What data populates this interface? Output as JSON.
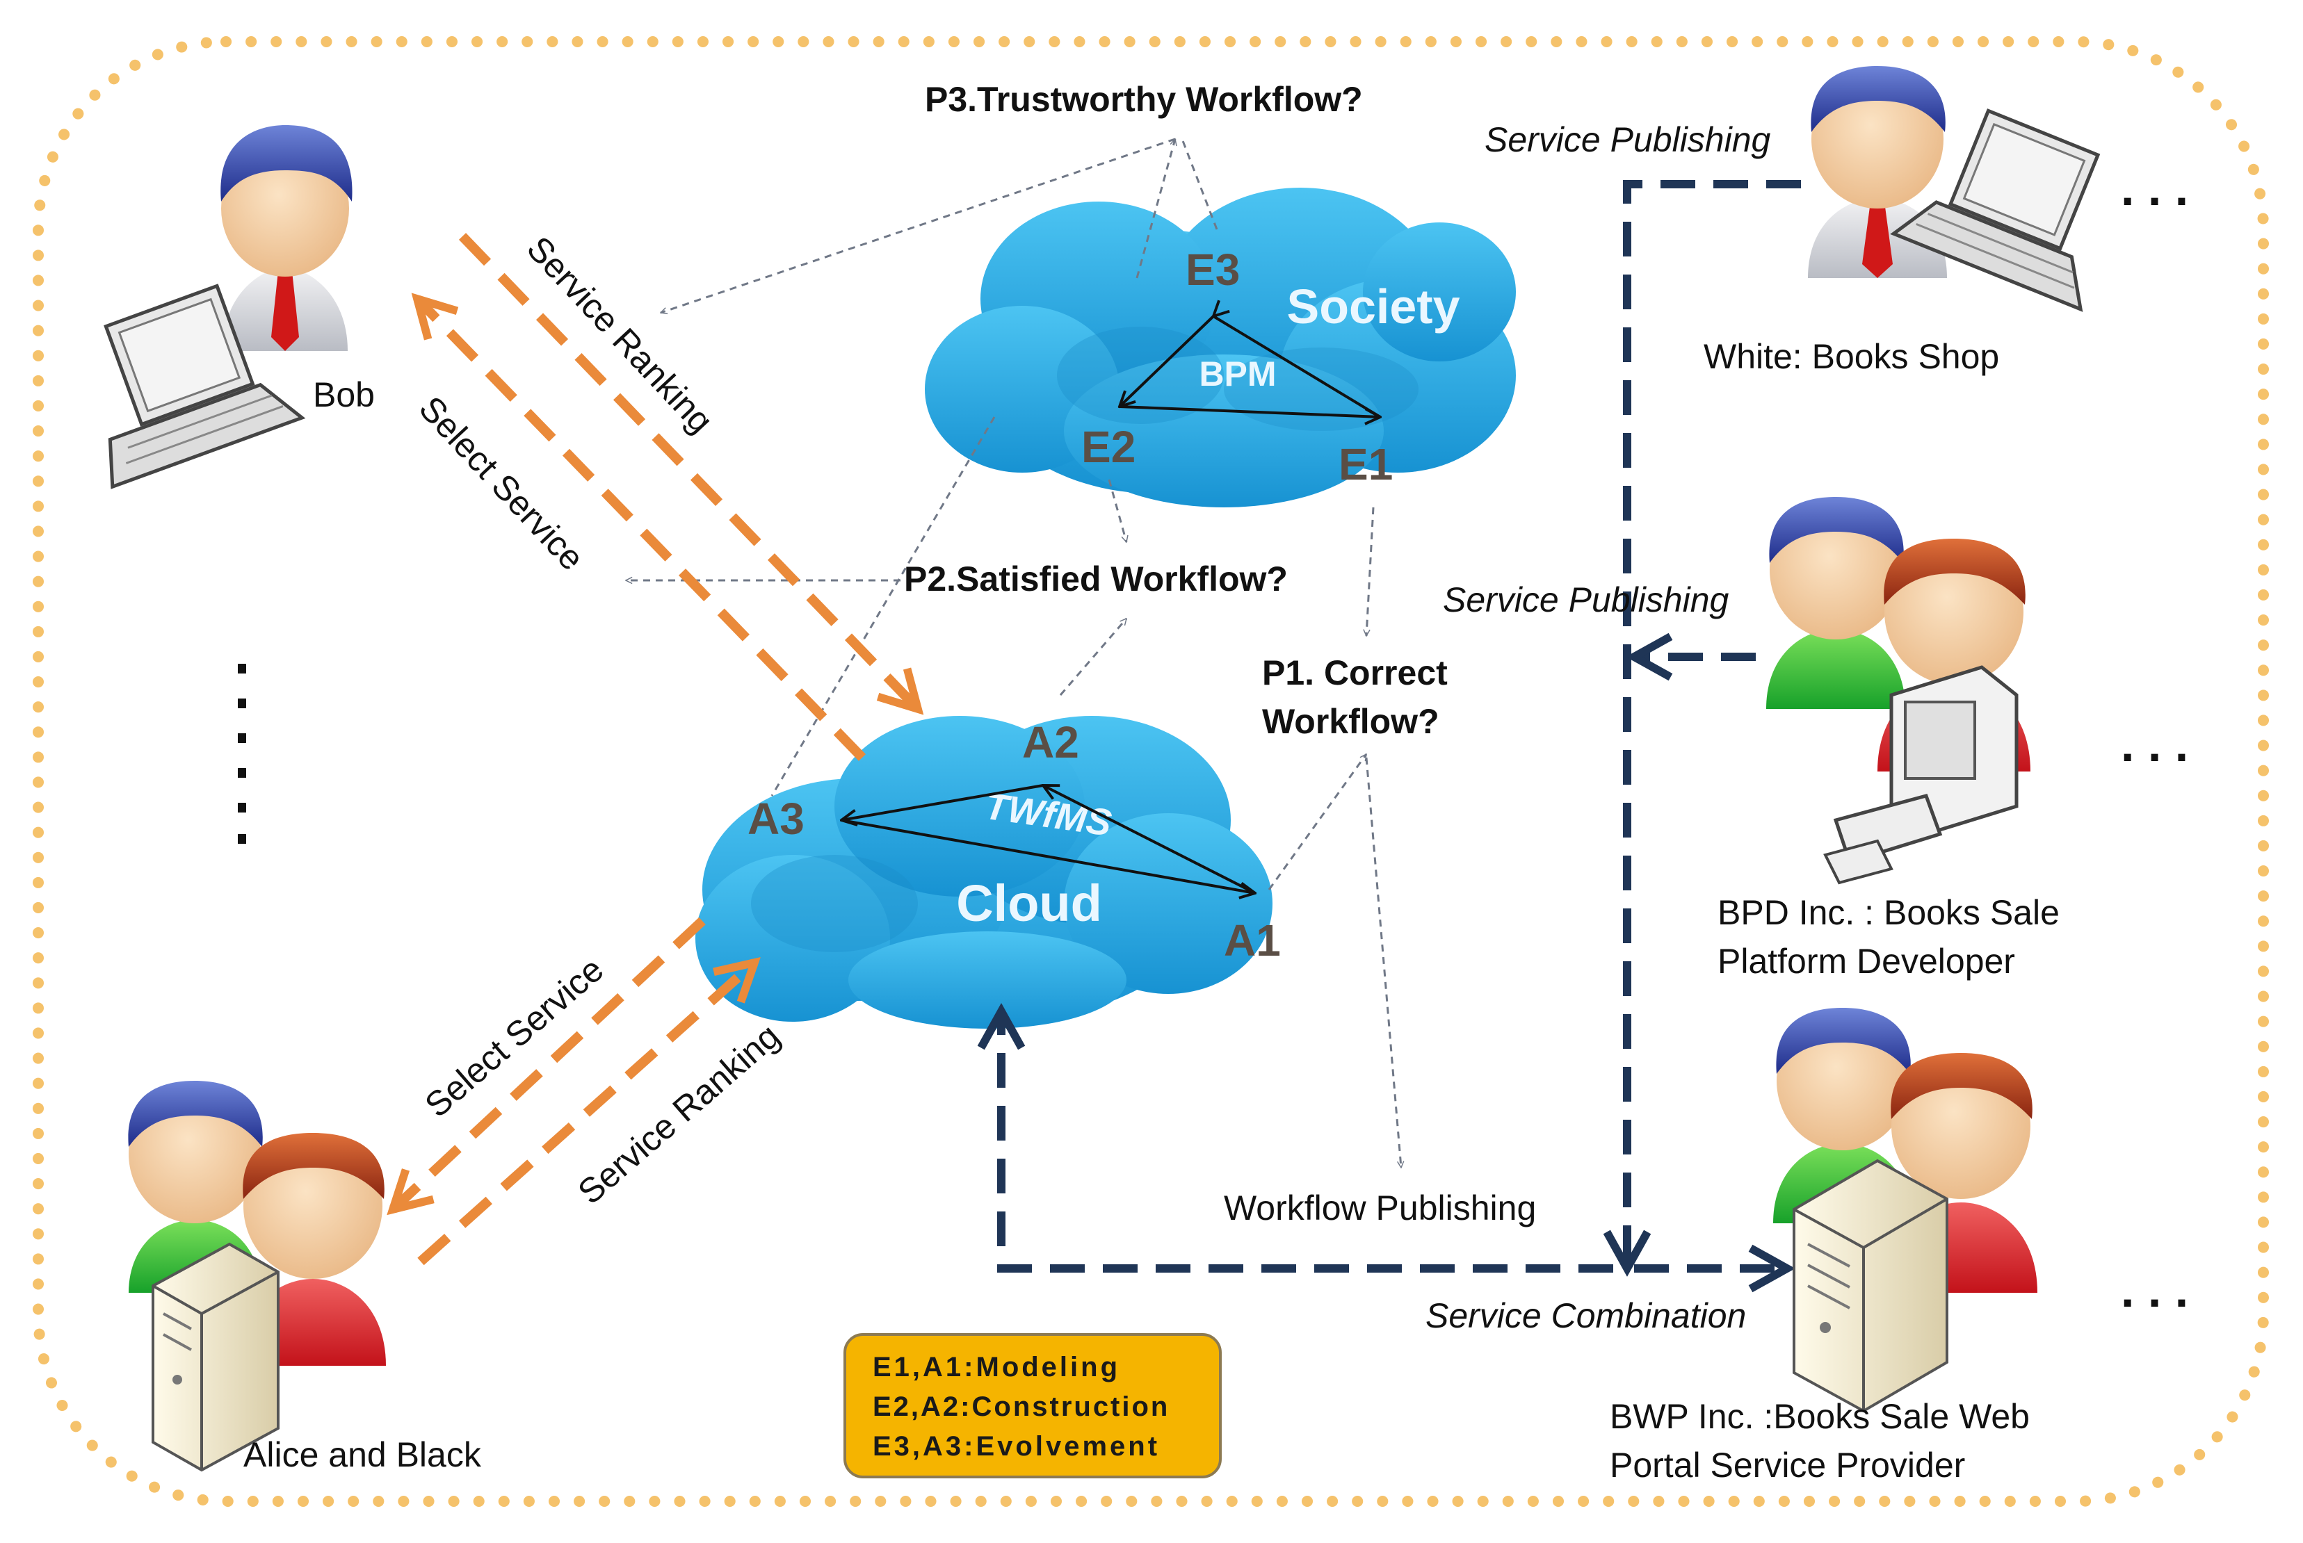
{
  "labels": {
    "p3": "P3.Trustworthy Workflow?",
    "p2": "P2.Satisfied Workflow?",
    "p1_line1": "P1. Correct",
    "p1_line2": "Workflow?",
    "service_publishing_top": "Service Publishing",
    "service_publishing_mid": "Service Publishing",
    "service_combination": "Service Combination",
    "workflow_publishing": "Workflow Publishing",
    "service_ranking_top": "Service Ranking",
    "select_service_top": "Select Service",
    "select_service_bottom": "Select Service",
    "service_ranking_bottom": "Service Ranking"
  },
  "society_cloud": {
    "title": "Society",
    "process": "BPM",
    "nodes": [
      "E1",
      "E2",
      "E3"
    ]
  },
  "cloud": {
    "title": "Cloud",
    "process": "TWfMS",
    "nodes": [
      "A1",
      "A2",
      "A3"
    ]
  },
  "actors": {
    "bob": "Bob",
    "alice_black": "Alice and Black",
    "white_line1": "White: Books Shop",
    "bpd_line1": "BPD Inc. : Books Sale",
    "bpd_line2": "Platform Developer",
    "bwp_line1": "BWP Inc. :Books Sale Web",
    "bwp_line2": "Portal Service Provider"
  },
  "legend": [
    "E1,A1:Modeling",
    "E2,A2:Construction",
    "E3,A3:Evolvement"
  ],
  "colors": {
    "border_dots": "#F5C26B",
    "orange_arrow": "#EA8A3A",
    "navy_arrow": "#1F3556",
    "thin_arrow": "#707887",
    "cloud_blue": "#1FA6E0",
    "legend_fill": "#F5B400",
    "node_text": "#5A4E45"
  }
}
